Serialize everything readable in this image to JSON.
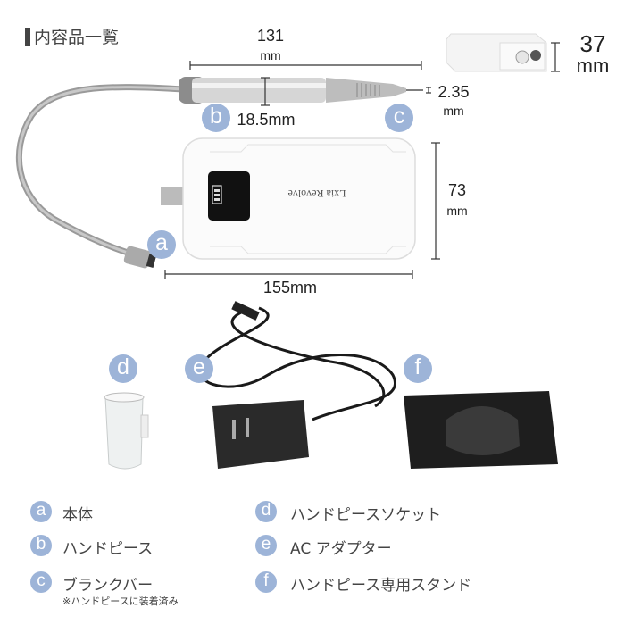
{
  "title": "内容品一覧",
  "dimensions": {
    "handpiece_length": "131",
    "handpiece_length_unit": "mm",
    "handpiece_diameter": "18.5mm",
    "bit_diameter": "2.35",
    "bit_diameter_unit": "mm",
    "body_thickness": "37",
    "body_thickness_unit": "mm",
    "body_height": "73",
    "body_height_unit": "mm",
    "body_width": "155mm"
  },
  "device_logo": "Lxia Revolve",
  "accent_color": "#9db4d8",
  "items": [
    {
      "letter": "a",
      "label": "本体"
    },
    {
      "letter": "b",
      "label": "ハンドピース"
    },
    {
      "letter": "c",
      "label": "ブランクバー",
      "note": "※ハンドピースに装着済み"
    },
    {
      "letter": "d",
      "label": "ハンドピースソケット"
    },
    {
      "letter": "e",
      "label": "AC アダプター"
    },
    {
      "letter": "f",
      "label": "ハンドピース専用スタンド"
    }
  ]
}
